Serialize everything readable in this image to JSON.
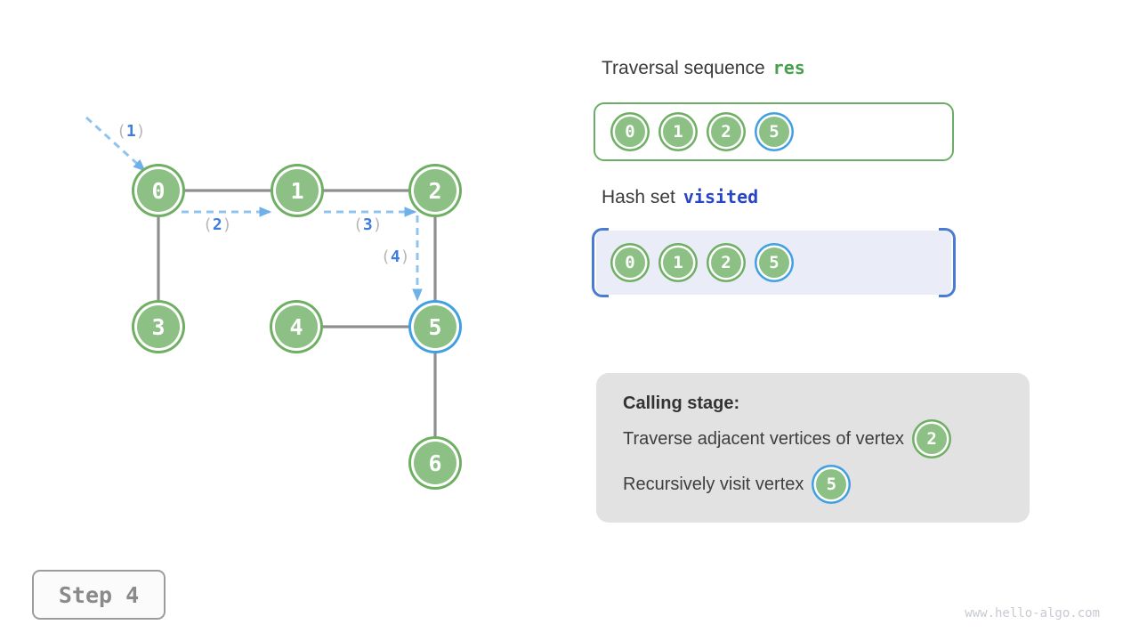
{
  "graph": {
    "nodes": [
      {
        "label": "0",
        "highlighted": false
      },
      {
        "label": "1",
        "highlighted": false
      },
      {
        "label": "2",
        "highlighted": false
      },
      {
        "label": "3",
        "highlighted": false
      },
      {
        "label": "4",
        "highlighted": false
      },
      {
        "label": "5",
        "highlighted": true
      },
      {
        "label": "6",
        "highlighted": false
      }
    ],
    "edges": [
      [
        "0",
        "1"
      ],
      [
        "1",
        "2"
      ],
      [
        "0",
        "3"
      ],
      [
        "2",
        "5"
      ],
      [
        "4",
        "5"
      ],
      [
        "5",
        "6"
      ]
    ],
    "arrow_labels": [
      "1",
      "2",
      "3",
      "4"
    ]
  },
  "res_panel": {
    "title": "Traversal sequence",
    "code": "res",
    "items": [
      {
        "label": "0",
        "highlighted": false
      },
      {
        "label": "1",
        "highlighted": false
      },
      {
        "label": "2",
        "highlighted": false
      },
      {
        "label": "5",
        "highlighted": true
      }
    ]
  },
  "visited_panel": {
    "title": "Hash set",
    "code": "visited",
    "items": [
      {
        "label": "0",
        "highlighted": false
      },
      {
        "label": "1",
        "highlighted": false
      },
      {
        "label": "2",
        "highlighted": false
      },
      {
        "label": "5",
        "highlighted": true
      }
    ]
  },
  "calling": {
    "title": "Calling stage:",
    "line1": "Traverse adjacent vertices of vertex",
    "line1_vertex": {
      "label": "2",
      "highlighted": false
    },
    "line2": "Recursively visit vertex",
    "line2_vertex": {
      "label": "5",
      "highlighted": true
    }
  },
  "step_label": "Step 4",
  "watermark": "www.hello-algo.com",
  "colors": {
    "node_fill": "#8CC084",
    "node_ring": "#6FAF63",
    "highlight_ring": "#42A0E2",
    "edge": "#8F8F8F",
    "dash_arrow": "#90C4EF",
    "arrow_head": "#6FB0E8",
    "label_digit": "#3D7CE0",
    "label_paren": "#B6B6B6",
    "res_code_text": "#47A04B",
    "visited_code_text": "#2945C7",
    "res_border": "#6BAD67",
    "visited_bg": "#EAEDF8",
    "visited_bracket": "#4A7BD4",
    "calling_bg": "#E2E2E2"
  }
}
